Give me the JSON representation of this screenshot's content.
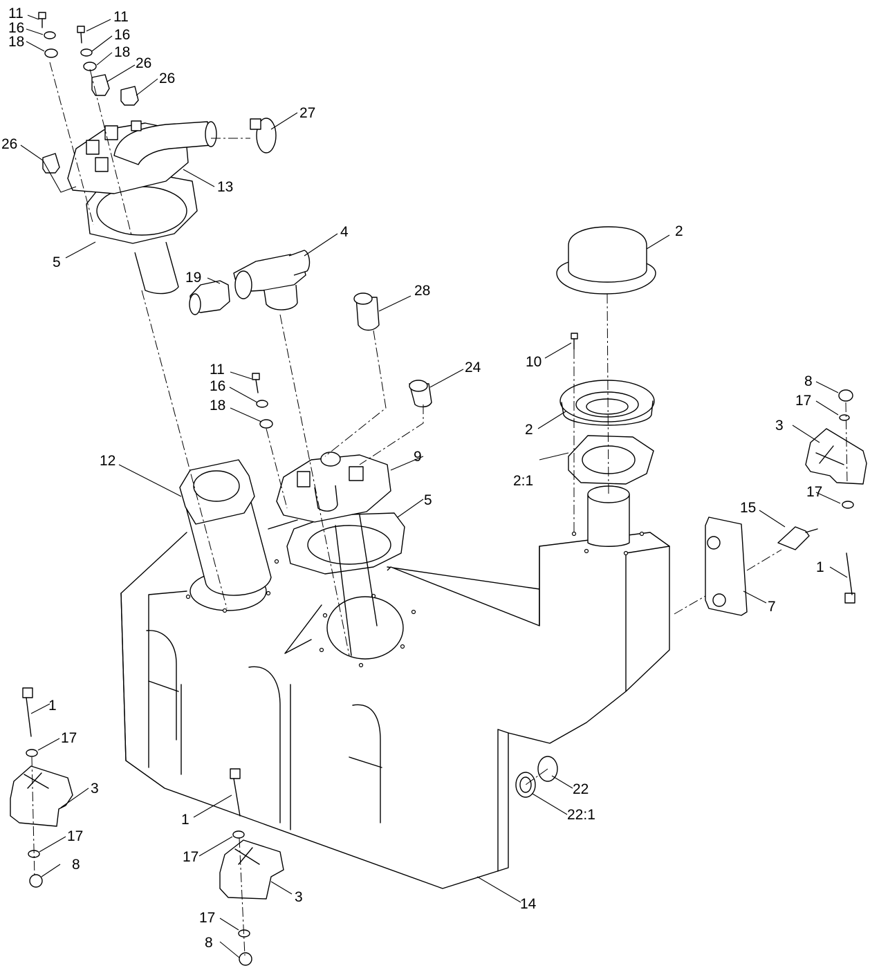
{
  "callouts": [
    {
      "id": "c-11-a",
      "label": "11"
    },
    {
      "id": "c-16-a",
      "label": "16"
    },
    {
      "id": "c-18-a",
      "label": "18"
    },
    {
      "id": "c-11-b",
      "label": "11"
    },
    {
      "id": "c-16-b",
      "label": "16"
    },
    {
      "id": "c-18-b",
      "label": "18"
    },
    {
      "id": "c-26-a",
      "label": "26"
    },
    {
      "id": "c-26-b",
      "label": "26"
    },
    {
      "id": "c-27",
      "label": "27"
    },
    {
      "id": "c-26-c",
      "label": "26"
    },
    {
      "id": "c-13",
      "label": "13"
    },
    {
      "id": "c-5-a",
      "label": "5"
    },
    {
      "id": "c-4",
      "label": "4"
    },
    {
      "id": "c-19",
      "label": "19"
    },
    {
      "id": "c-28",
      "label": "28"
    },
    {
      "id": "c-2-a",
      "label": "2"
    },
    {
      "id": "c-10",
      "label": "10"
    },
    {
      "id": "c-11-c",
      "label": "11"
    },
    {
      "id": "c-24",
      "label": "24"
    },
    {
      "id": "c-16-c",
      "label": "16"
    },
    {
      "id": "c-18-c",
      "label": "18"
    },
    {
      "id": "c-2-b",
      "label": "2"
    },
    {
      "id": "c-8-a",
      "label": "8"
    },
    {
      "id": "c-17-a",
      "label": "17"
    },
    {
      "id": "c-3-a",
      "label": "3"
    },
    {
      "id": "c-12",
      "label": "12"
    },
    {
      "id": "c-9",
      "label": "9"
    },
    {
      "id": "c-2-1",
      "label": "2:1"
    },
    {
      "id": "c-5-b",
      "label": "5"
    },
    {
      "id": "c-17-b",
      "label": "17"
    },
    {
      "id": "c-15",
      "label": "15"
    },
    {
      "id": "c-1-a",
      "label": "1"
    },
    {
      "id": "c-7",
      "label": "7"
    },
    {
      "id": "c-1-b",
      "label": "1"
    },
    {
      "id": "c-17-c",
      "label": "17"
    },
    {
      "id": "c-3-b",
      "label": "3"
    },
    {
      "id": "c-22",
      "label": "22"
    },
    {
      "id": "c-1-c",
      "label": "1"
    },
    {
      "id": "c-22-1",
      "label": "22:1"
    },
    {
      "id": "c-17-d",
      "label": "17"
    },
    {
      "id": "c-8-b",
      "label": "8"
    },
    {
      "id": "c-17-e",
      "label": "17"
    },
    {
      "id": "c-3-c",
      "label": "3"
    },
    {
      "id": "c-17-f",
      "label": "17"
    },
    {
      "id": "c-14",
      "label": "14"
    },
    {
      "id": "c-8-c",
      "label": "8"
    }
  ]
}
